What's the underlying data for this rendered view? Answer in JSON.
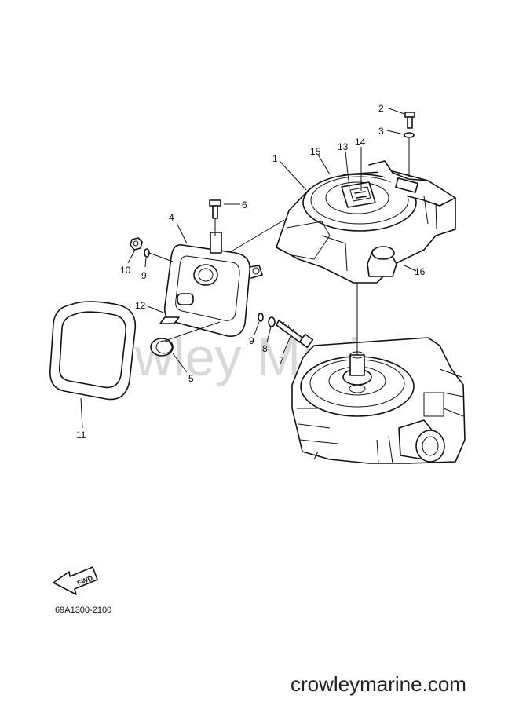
{
  "watermark": "Crowley Marine",
  "part_number": "69A1300-2100",
  "fwd_label": "FWD",
  "site_footer": "crowleymarine.com",
  "callouts": [
    "1",
    "2",
    "3",
    "4",
    "5",
    "6",
    "7",
    "8",
    "9",
    "10",
    "9",
    "11",
    "12",
    "13",
    "14",
    "15",
    "16"
  ],
  "icons": {
    "flywheel_cover": "flywheel-cover-icon",
    "air_silencer": "air-silencer-icon",
    "gasket": "gasket-icon",
    "engine": "engine-block-icon",
    "fwd_arrow": "fwd-arrow-icon"
  }
}
